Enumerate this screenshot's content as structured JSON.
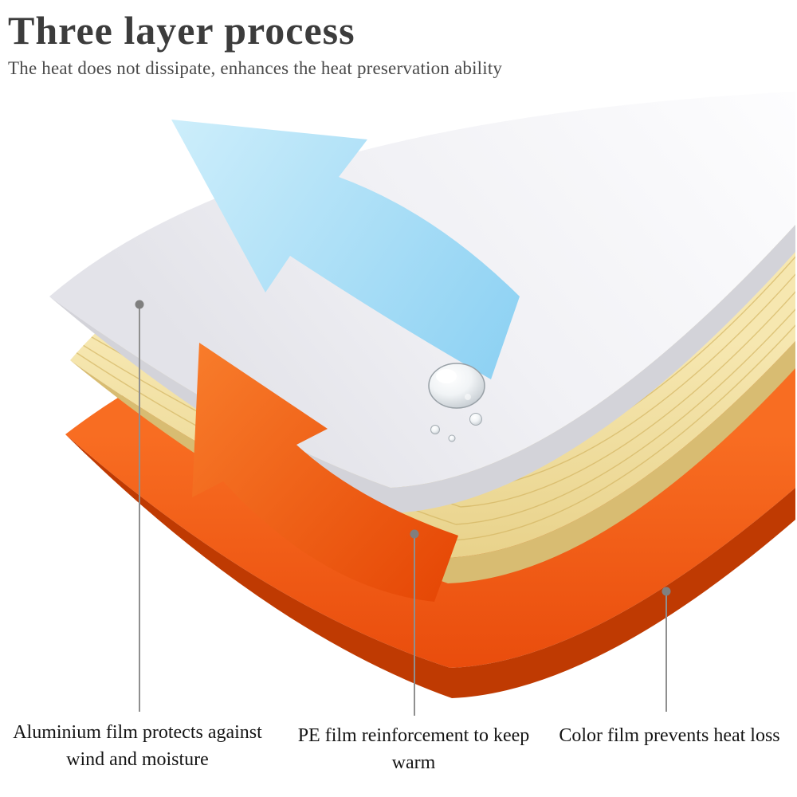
{
  "header": {
    "title": "Three layer process",
    "subtitle": "The heat does not dissipate, enhances the heat preservation ability"
  },
  "diagram": {
    "layers": [
      {
        "id": "aluminium-film",
        "label": "Aluminium film protects against wind and moisture",
        "color": "#eeeef2",
        "edge_color": "#d3d3d9"
      },
      {
        "id": "pe-film",
        "label": "PE film reinforcement to keep warm",
        "color": "#eed998",
        "edge_color": "#d8bc72"
      },
      {
        "id": "color-film",
        "label": "Color film prevents heat loss",
        "color": "#f15512",
        "edge_color": "#bf3a02"
      }
    ],
    "arrows": [
      {
        "id": "heat-reflect-arrow",
        "color": "#a5dcf7"
      },
      {
        "id": "heat-flow-arrow",
        "color": "#f15512"
      }
    ],
    "droplet": {
      "id": "water-droplet",
      "color": "#c7ced4"
    },
    "leader_line_color": "#8f8f8f",
    "leader_dot_color": "#7f7f7f"
  }
}
